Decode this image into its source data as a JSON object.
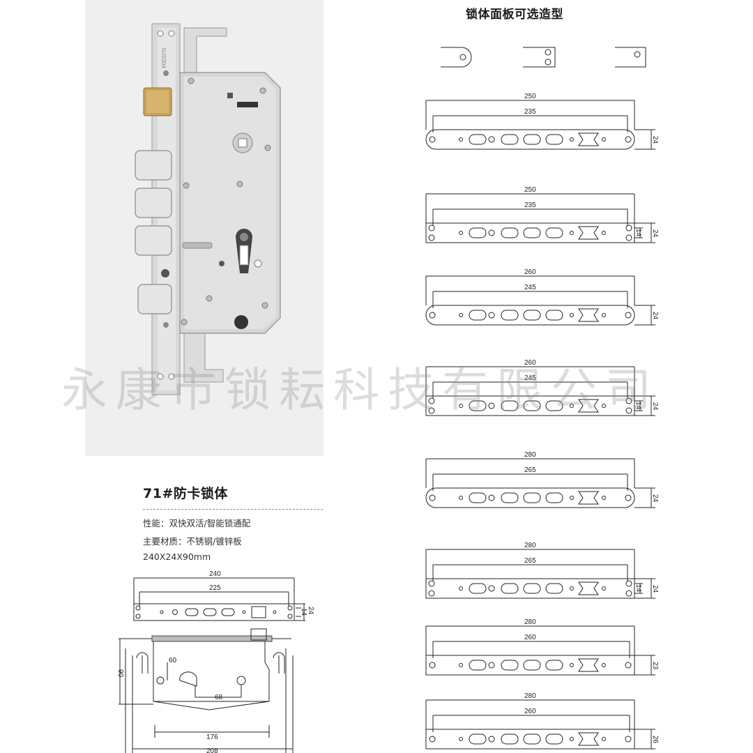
{
  "options_title": "锁体面板可选造型",
  "product": {
    "title": "71#防卡锁体",
    "performance": "性能：双快双活/智能锁通配",
    "material": "主要材质：不锈钢/镀锌板",
    "size": "240X24X90mm",
    "engraving": "SUS304"
  },
  "watermark": "永康市锁耘科技有限公司",
  "front_plate": {
    "outer": "240",
    "inner": "225",
    "hole_spacing": "14",
    "width": "24"
  },
  "body_drawing": {
    "height": "90",
    "backset": "60",
    "center_distance": "68",
    "inner_width": "176",
    "outer_width": "208"
  },
  "panel_shapes": [
    "rounded-end",
    "square-two-hole",
    "square-one-hole"
  ],
  "panels": [
    {
      "outer": "250",
      "inner": "235",
      "width": "24",
      "hole_spacing": "",
      "style": "rounded"
    },
    {
      "outer": "250",
      "inner": "235",
      "width": "24",
      "hole_spacing": "14",
      "style": "square"
    },
    {
      "outer": "260",
      "inner": "245",
      "width": "24",
      "hole_spacing": "",
      "style": "rounded"
    },
    {
      "outer": "260",
      "inner": "245",
      "width": "24",
      "hole_spacing": "14",
      "style": "square"
    },
    {
      "outer": "280",
      "inner": "265",
      "width": "24",
      "hole_spacing": "",
      "style": "rounded"
    },
    {
      "outer": "280",
      "inner": "265",
      "width": "24",
      "hole_spacing": "14",
      "style": "square"
    },
    {
      "outer": "280",
      "inner": "260",
      "width": "23",
      "hole_spacing": "",
      "style": "square"
    },
    {
      "outer": "280",
      "inner": "260",
      "width": "26",
      "hole_spacing": "",
      "style": "square"
    }
  ]
}
